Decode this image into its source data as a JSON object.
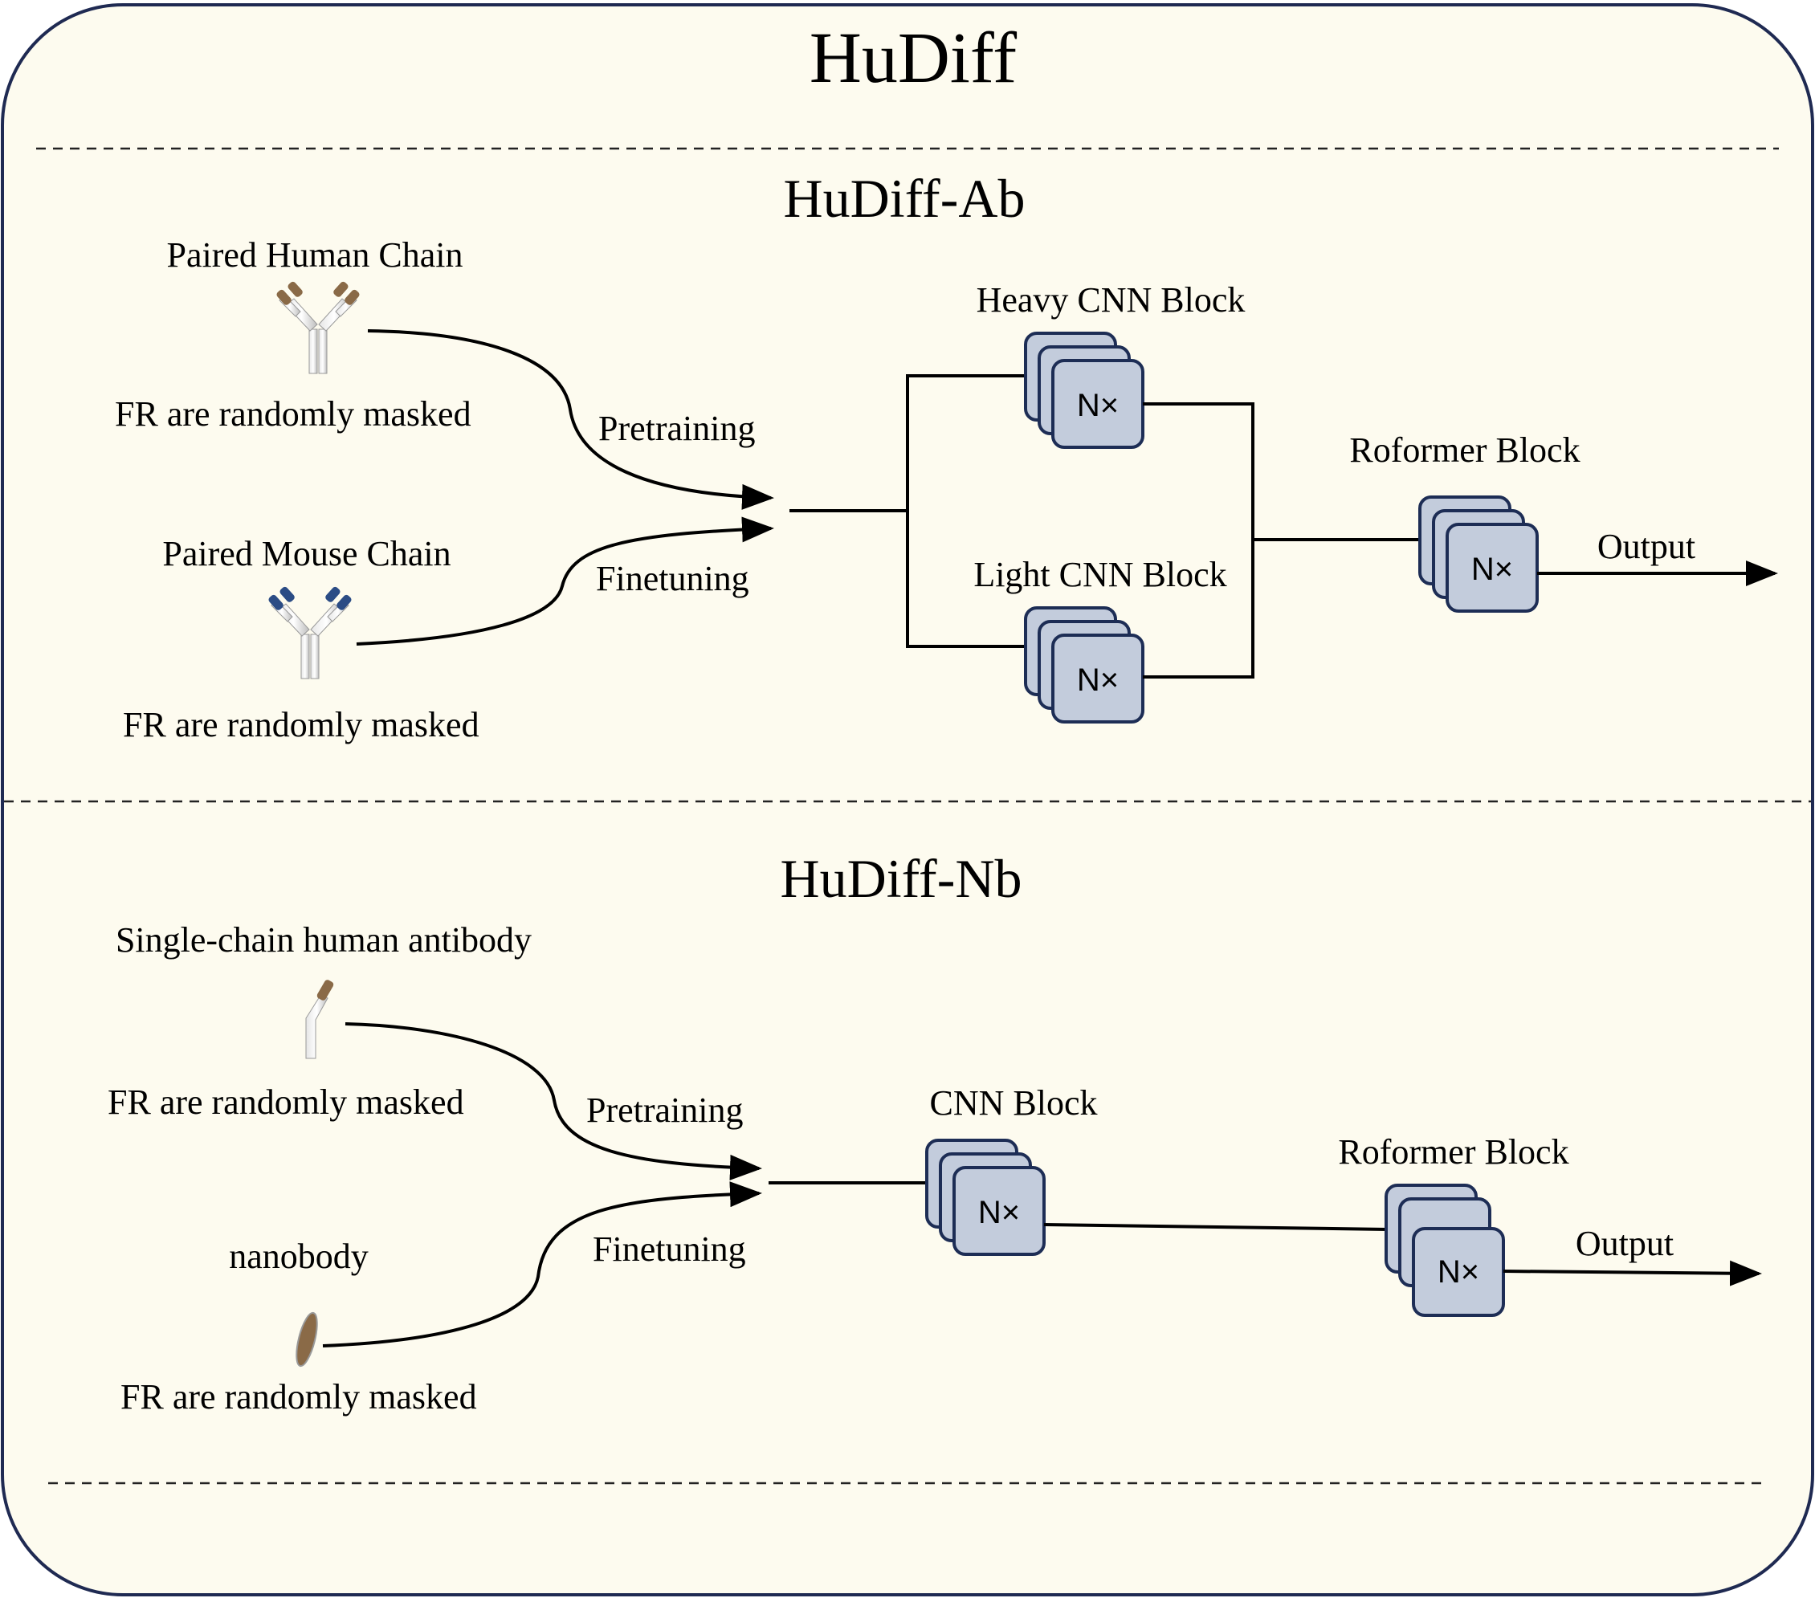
{
  "title": "HuDiff",
  "colors": {
    "panel_fill": "#fdfbef",
    "panel_border": "#1f2a52",
    "block_fill": "#c3ccdc",
    "block_border": "#1d2d55",
    "human_cdr": "#8a6a47",
    "mouse_cdr": "#2b4c85",
    "nanobody_fill": "#8a6a47"
  },
  "ab": {
    "heading": "HuDiff-Ab",
    "input_human_label": "Paired Human Chain",
    "input_human_icon": "antibody-human-icon",
    "mask_human": "FR  are randomly masked",
    "pretraining": "Pretraining",
    "input_mouse_label": "Paired Mouse Chain",
    "input_mouse_icon": "antibody-mouse-icon",
    "mask_mouse": "FR  are randomly masked",
    "finetuning": "Finetuning",
    "heavy_label": "Heavy CNN Block",
    "heavy_repeat": "N×",
    "light_label": "Light CNN Block",
    "light_repeat": "N×",
    "roformer_label": "Roformer Block",
    "roformer_repeat": "N×",
    "output": "Output"
  },
  "nb": {
    "heading": "HuDiff-Nb",
    "input_single_label": "Single-chain human antibody",
    "input_single_icon": "single-chain-antibody-icon",
    "mask_single": "FR  are randomly masked",
    "pretraining": "Pretraining",
    "input_nano_label": "nanobody",
    "input_nano_icon": "nanobody-icon",
    "mask_nano": "FR  are randomly masked",
    "finetuning": "Finetuning",
    "cnn_label": "CNN Block",
    "cnn_repeat": "N×",
    "roformer_label": "Roformer Block",
    "roformer_repeat": "N×",
    "output": "Output"
  }
}
